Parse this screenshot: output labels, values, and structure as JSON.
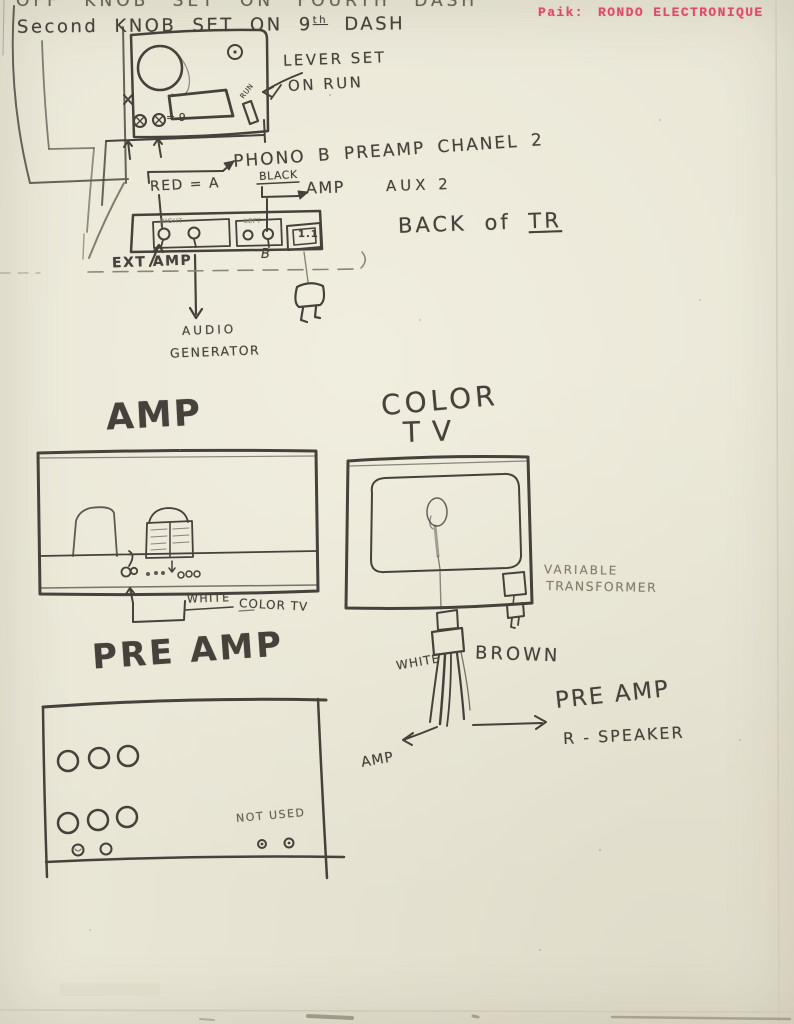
{
  "colors": {
    "paper": "#e9e6d6",
    "pencil": "#46413a",
    "pencil_light": "#8d8574",
    "stamp_red": "#e04a68"
  },
  "stamp": {
    "prefix": "Paik:",
    "title": "RONDO ELECTRONIQUE"
  },
  "top_notes": {
    "line1": "OFF KNOB SET ON FOURTH DASH",
    "line2_a": "Second KNOB SET ON 9",
    "line2_sup": "th",
    "line2_b": "DASH"
  },
  "recorder": {
    "run_label": "RUN",
    "knob_value": "= 9",
    "lever_line1": "LEVER SET",
    "lever_line2": "ON RUN"
  },
  "connections": {
    "phono": "PHONO B PREAMP CHANEL 2",
    "red": "RED = A",
    "black": "BLACK",
    "amp": "AMP",
    "aux": "AUX 2",
    "back_of": "BACK of",
    "tr": "TR"
  },
  "panel": {
    "right_label": "RIGHT",
    "left_label": "LEFT",
    "outlet_label": "1.1",
    "ext_amp": "EXT AMP",
    "b_label": "B",
    "audio_line1": "AUDIO",
    "audio_line2": "GENERATOR"
  },
  "amp_unit": {
    "title": "AMP",
    "white": "WHITE",
    "color_tv": "COLOR TV"
  },
  "tv_unit": {
    "title_line1": "COLOR",
    "title_line2": "TV",
    "vt_line1": "VARIABLE",
    "vt_line2": "TRANSFORMER"
  },
  "cable": {
    "white": "WHITE",
    "brown": "BROWN",
    "amp": "AMP",
    "preamp": "PRE AMP",
    "r_speaker": "R - SPEAKER"
  },
  "preamp_unit": {
    "title": "PRE AMP",
    "not_used": "NOT USED"
  }
}
